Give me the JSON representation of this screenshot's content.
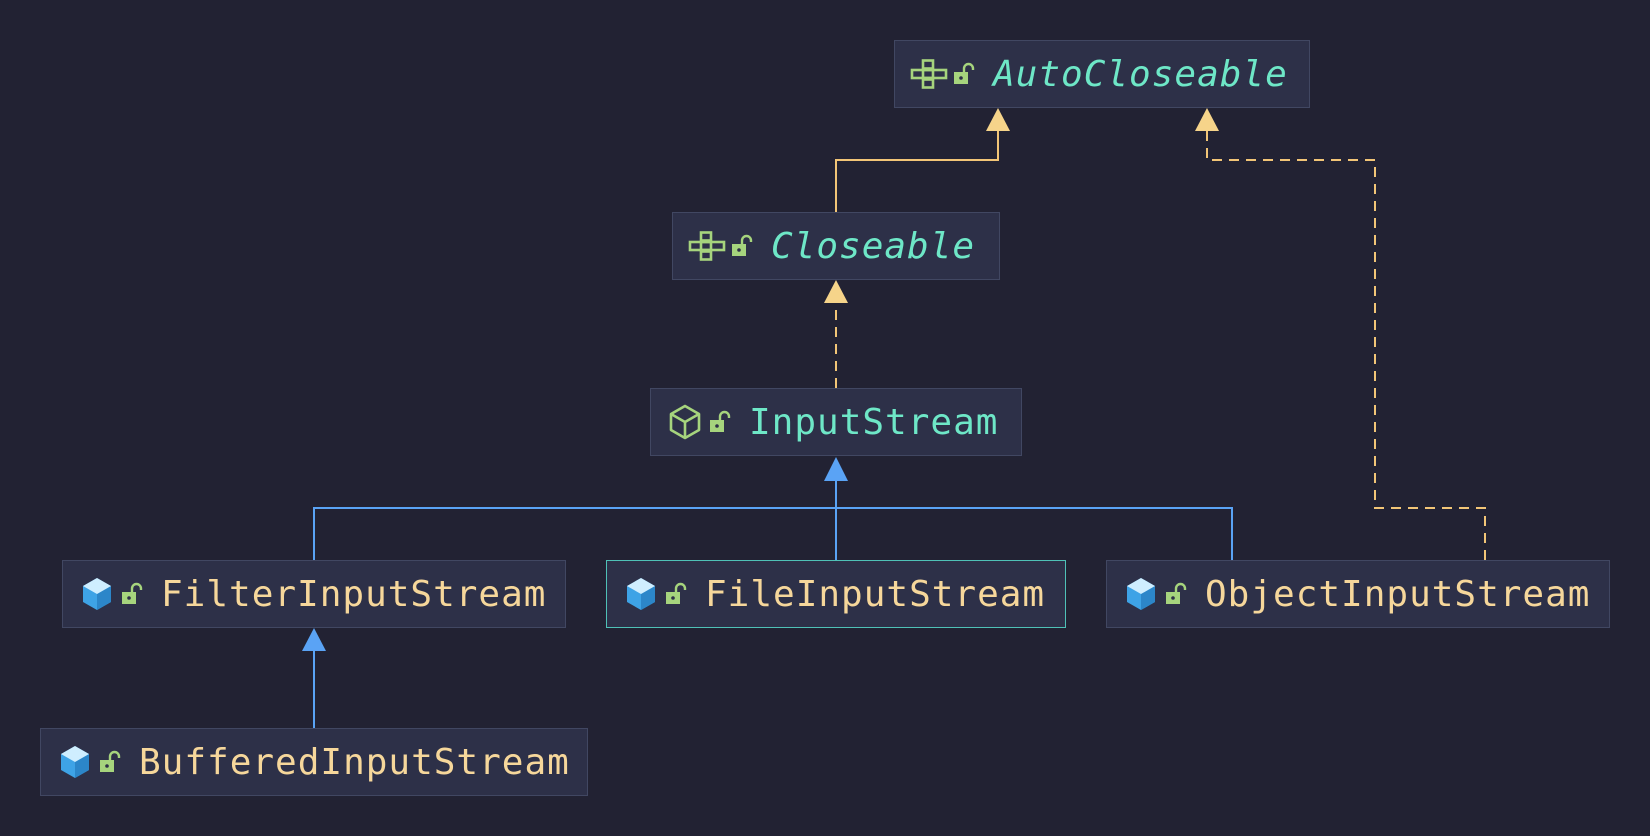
{
  "colors": {
    "background": "#222233",
    "node_fill": "#2d3048",
    "node_border": "#414762",
    "selected_border": "#4fc1b7",
    "interface_text": "#6ee7c7",
    "class_text": "#f6d79b",
    "implements_edge": "#f2c577",
    "extends_edge": "#5aa3f5"
  },
  "nodes": {
    "autocloseable": {
      "name": "AutoCloseable",
      "kind": "interface",
      "icon": "interface-icon"
    },
    "closeable": {
      "name": "Closeable",
      "kind": "interface",
      "icon": "interface-icon"
    },
    "inputstream": {
      "name": "InputStream",
      "kind": "abstract-class",
      "icon": "abstract-class-icon"
    },
    "filterinputstream": {
      "name": "FilterInputStream",
      "kind": "class",
      "icon": "class-icon"
    },
    "fileinputstream": {
      "name": "FileInputStream",
      "kind": "class",
      "icon": "class-icon",
      "selected": true
    },
    "objectinputstream": {
      "name": "ObjectInputStream",
      "kind": "class",
      "icon": "class-icon"
    },
    "bufferedinputstream": {
      "name": "BufferedInputStream",
      "kind": "class",
      "icon": "class-icon"
    }
  },
  "edges": [
    {
      "from": "Closeable",
      "to": "AutoCloseable",
      "type": "extends-interface"
    },
    {
      "from": "InputStream",
      "to": "Closeable",
      "type": "implements"
    },
    {
      "from": "ObjectInputStream",
      "to": "AutoCloseable",
      "type": "implements"
    },
    {
      "from": "FilterInputStream",
      "to": "InputStream",
      "type": "extends"
    },
    {
      "from": "FileInputStream",
      "to": "InputStream",
      "type": "extends"
    },
    {
      "from": "ObjectInputStream",
      "to": "InputStream",
      "type": "extends"
    },
    {
      "from": "BufferedInputStream",
      "to": "FilterInputStream",
      "type": "extends"
    }
  ]
}
